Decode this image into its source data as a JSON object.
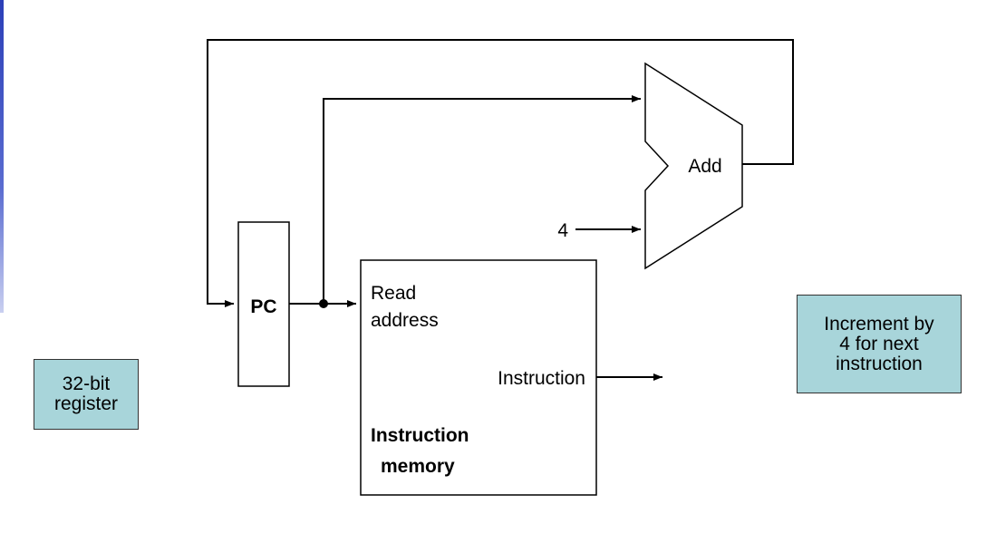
{
  "diagram": {
    "pc_label": "PC",
    "add_label": "Add",
    "constant_input": "4",
    "read_address_lines": [
      "Read",
      "address"
    ],
    "instruction_output": "Instruction",
    "memory_title_lines": [
      "Instruction",
      "memory"
    ]
  },
  "notes": {
    "register_lines": [
      "32-bit",
      "register"
    ],
    "increment_lines": [
      "Increment by",
      "4 for next",
      "instruction"
    ]
  },
  "colors": {
    "note_fill": "#a8d5da",
    "line": "#000000",
    "accent_bar": "#2b3fb8"
  }
}
